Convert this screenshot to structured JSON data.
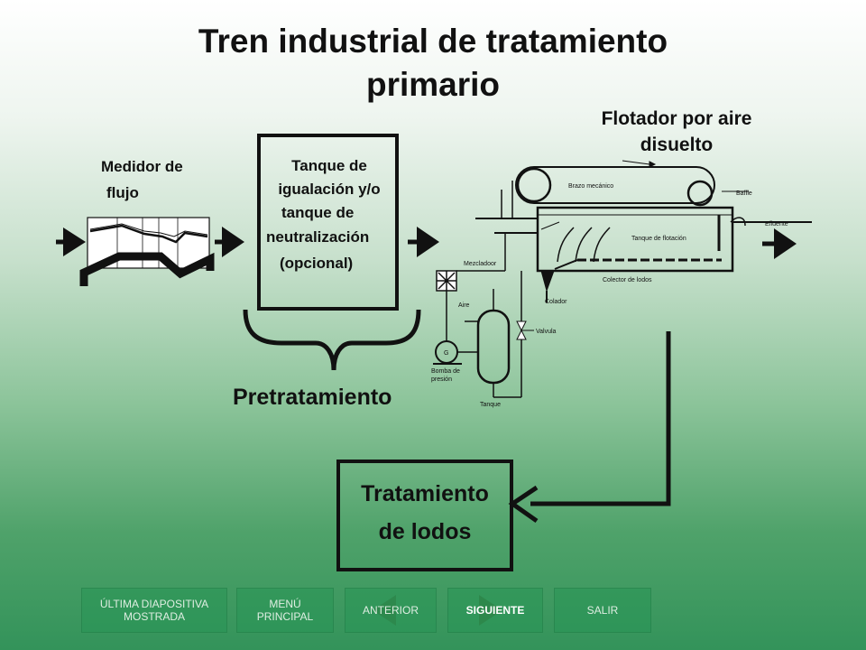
{
  "title_line1": "Tren industrial de tratamiento",
  "title_line2": "primario",
  "labels": {
    "flow_meter_line1": "Medidor de",
    "flow_meter_line2": "flujo",
    "tank_line1": "Tanque de",
    "tank_line2": "igualación y/o",
    "tank_line3": "tanque de",
    "tank_line4": "neutralización",
    "tank_line5": "(opcional)",
    "daf_line1": "Flotador por aire",
    "daf_line2": "disuelto",
    "pretreatment": "Pretratamiento",
    "sludge_line1": "Tratamiento",
    "sludge_line2": "de lodos"
  },
  "daf_parts": {
    "scraper": "Brazo mecánico",
    "baffle": "Baffle",
    "effluent": "Efluente",
    "flotation_tank": "Tanque de flotación",
    "sludge_collector": "Colector de lodos",
    "mixer": "Mezcladoor",
    "air": "Aire",
    "strainer": "Colador",
    "valve": "Valvula",
    "pump_line1": "Bomba de",
    "pump_line2": "presión",
    "tank": "Tanque",
    "pump_symbol": "G"
  },
  "nav": {
    "last_slide_line1": "ÚLTIMA DIAPOSITIVA",
    "last_slide_line2": "MOSTRADA",
    "main_menu_line1": "MENÚ",
    "main_menu_line2": "PRINCIPAL",
    "previous": "ANTERIOR",
    "next": "SIGUIENTE",
    "exit": "SALIR"
  }
}
